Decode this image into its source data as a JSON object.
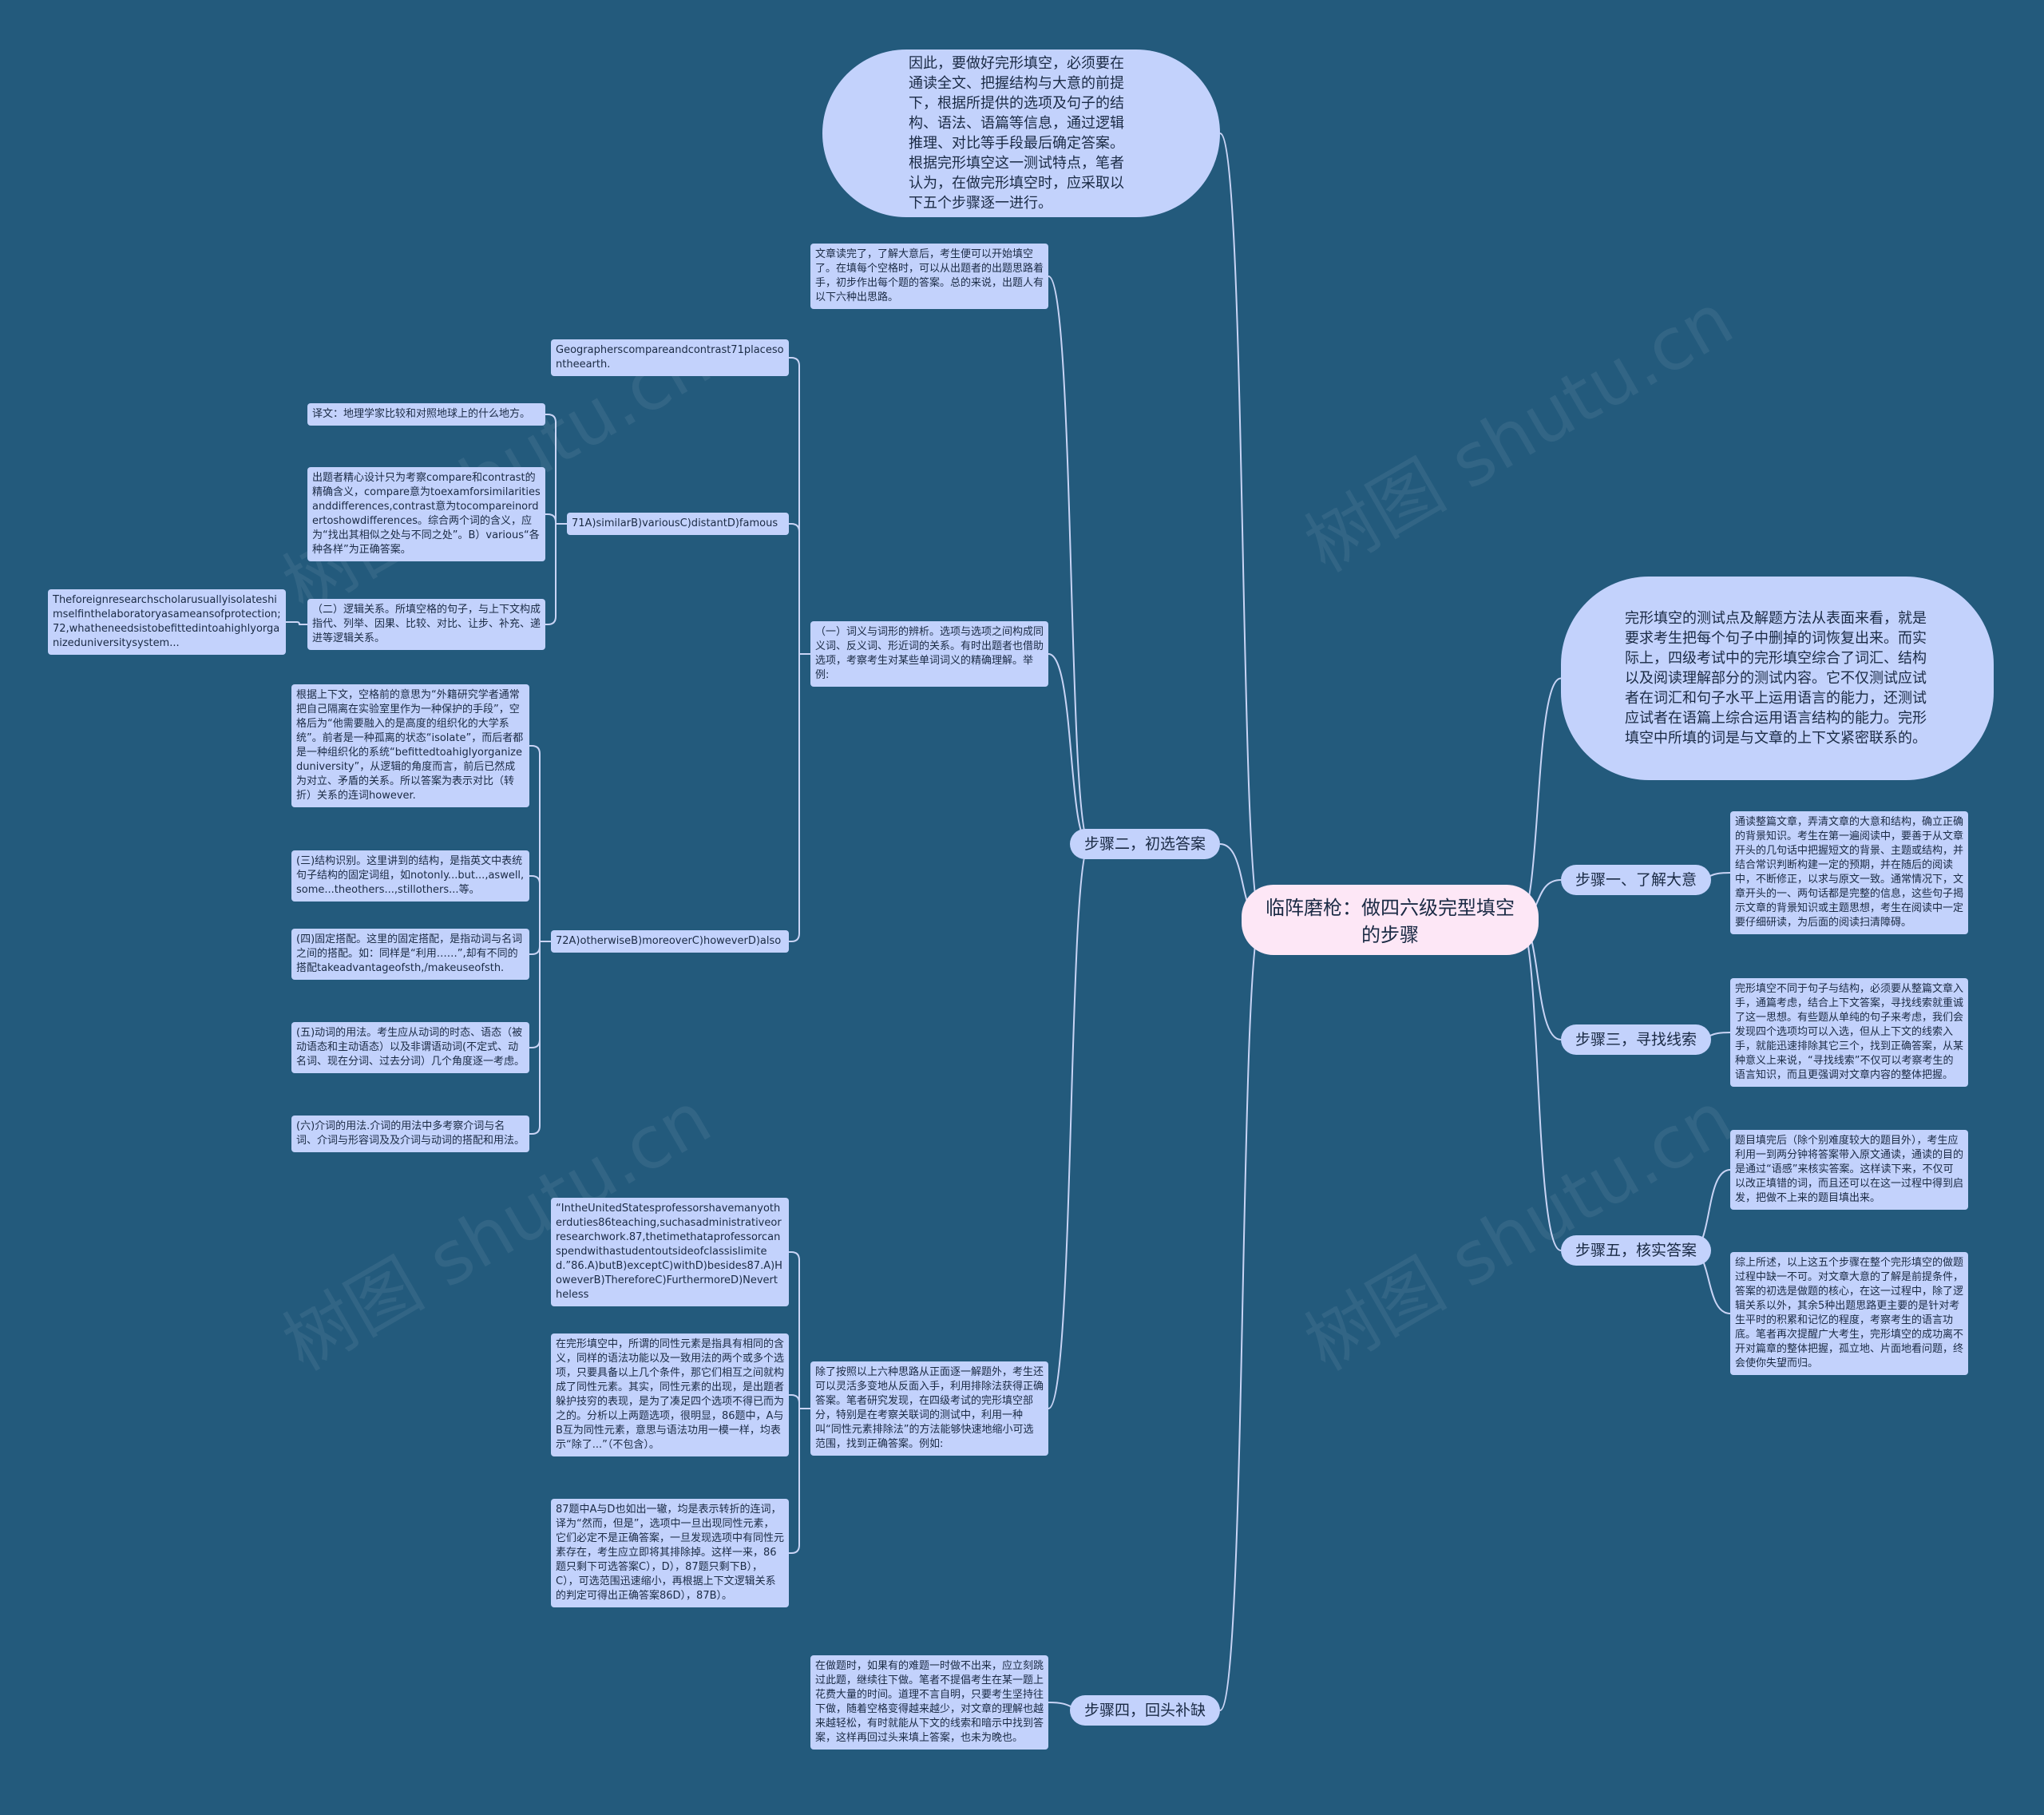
{
  "root": {
    "title": "临阵磨枪：做四六级完型填空的步骤"
  },
  "intro": {
    "text": "因此，要做好完形填空，必须要在通读全文、把握结构与大意的前提下，根据所提供的选项及句子的结构、语法、语篇等信息，通过逻辑推理、对比等手段最后确定答案。根据完形填空这一测试特点，笔者认为，在做完形填空时，应采取以下五个步骤逐一进行。"
  },
  "overview": {
    "text": "完形填空的测试点及解题方法从表面来看，就是要求考生把每个句子中删掉的词恢复出来。而实际上，四级考试中的完形填空综合了词汇、结构以及阅读理解部分的测试内容。它不仅测试应试者在词汇和句子水平上运用语言的能力，还测试应试者在语篇上综合运用语言结构的能力。完形填空中所填的词是与文章的上下文紧密联系的。"
  },
  "step1": {
    "label": "步骤一、了解大意",
    "detail": "通读整篇文章，弄清文章的大意和结构，确立正确的背景知识。考生在第一遍阅读中，要善于从文章开头的几句话中把握短文的背景、主题或结构，并结合常识判断构建一定的预期，并在随后的阅读中，不断修正，以求与原文一致。通常情况下，文章开头的一、两句话都是完整的信息，这些句子揭示文章的背景知识或主题思想，考生在阅读中一定要仔细研读，为后面的阅读扫清障碍。"
  },
  "step3": {
    "label": "步骤三，寻找线索",
    "detail": "完形填空不同于句子与结构，必须要从整篇文章入手，通篇考虑，结合上下文答案，寻找线索就重诚了这一思想。有些题从单纯的句子来考虑，我们会发现四个选项均可以入选，但从上下文的线索入手，就能迅速排除其它三个，找到正确答案，从某种意义上来说，“寻找线索”不仅可以考察考生的语言知识，而且更强调对文章内容的整体把握。"
  },
  "step5": {
    "label": "步骤五，核实答案",
    "detail1": "题目填完后（除个别难度较大的题目外），考生应利用一到两分钟将答案带入原文通读，通读的目的是通过“语感”来核实答案。这样读下来，不仅可以改正填错的词，而且还可以在这一过程中得到启发，把做不上来的题目填出来。",
    "detail2": "综上所述，以上这五个步骤在整个完形填空的做题过程中缺一不可。对文章大意的了解是前提条件，答案的初选是做题的核心，在这一过程中，除了逻辑关系以外，其余5种出题思路更主要的是针对考生平时的积累和记忆的程度，考察考生的语言功底。笔者再次提醒广大考生，完形填空的成功离不开对篇章的整体把握，孤立地、片面地看问题，终会使你失望而归。"
  },
  "step4": {
    "label": "步骤四，回头补缺",
    "detail": "在做题时，如果有的难题一时做不出来，应立刻跳过此题，继续往下做。笔者不提倡考生在某一题上花费大量的时间。道理不言自明，只要考生坚持往下做，随着空格变得越来越少，对文章的理解也越来越轻松，有时就能从下文的线索和暗示中找到答案，这样再回过头来填上答案，也未为晚也。"
  },
  "step2": {
    "label": "步骤二，初选答案",
    "intro": "文章读完了，了解大意后，考生便可以开始填空了。在填每个空格时，可以从出题者的出题思路着手，初步作出每个题的答案。总的来说，出题人有以下六种出思路。",
    "cat1": "（一）词义与词形的辨析。选项与选项之间构成同义词、反义词、形近词的关系。有时出题者也借助选项，考察考生对某些单词词义的精确理解。举例:",
    "geo": "Geographerscompareandcontrast71placesontheearth.",
    "q71": "71A)similarB)variousC)distantD)famous",
    "trans": "译文：地理学家比较和对照地球上的什么地方。",
    "q71exp": "出题者精心设计只为考察compare和contrast的精确含义，compare意为toexamforsimilaritiesanddifferences,contrast意为tocompareinordertoshowdifferences。综合两个词的含义，应为“找出其相似之处与不同之处”。B）various“各种各样”为正确答案。",
    "logic": "（二）逻辑关系。所填空格的句子，与上下文构成指代、列举、因果、比较、对比、让步、补充、递进等逻辑关系。",
    "foreign": "Theforeignresearchscholarusuallyisolateshimselfinthelaboratoryasameansofprotection;72,whatheneedsistobefittedintoahighlyorganizeduniversitysystem...",
    "q72": "72A)otherwiseB)moreoverC)howeverD)also",
    "q72exp": "根据上下文，空格前的意思为“外籍研究学者通常把自己隔离在实验室里作为一种保护的手段”，空格后为“他需要融入的是高度的组织化的大学系统”。前者是一种孤离的状态“isolate”，而后者都是一种组织化的系统“befittedtoahiglyorganizeduniversity”，从逻辑的角度而言，前后已然成为对立、矛盾的关系。所以答案为表示对比（转折）关系的连词however.",
    "structure": "(三)结构识别。这里讲到的结构，是指英文中表统句子结构的固定词组，如notonly...but...,aswell,some...theothers...,stillothers...等。",
    "fixed": "(四)固定搭配。这里的固定搭配，是指动词与名词之间的搭配。如：同样是“利用……”,却有不同的搭配takeadvantageofsth,/makeuseofsth.",
    "verb": "(五)动词的用法。考生应从动词的时态、语态（被动语态和主动语态）以及非谓语动词(不定式、动名词、现在分词、过去分词）几个角度逐一考虑。",
    "prep": "(六)介词的用法.介词的用法中多考察介词与名词、介词与形容词及及介词与动词的搭配和用法。",
    "exclude": "除了按照以上六种思路从正面逐一解题外，考生还可以灵活多变地从反面入手，利用排除法获得正确答案。笔者研究发现，在四级考试的完形填空部分，特别是在考察关联词的测试中，利用一种叫“同性元素排除法”的方法能够快速地缩小可选范围，找到正确答案。例如:",
    "example": "“IntheUnitedStatesprofessorshavemanyotherduties86teaching,suchasadministrativeorresearchwork.87,thetimethataprofessorcanspendwithastudentoutsideofclassislimited.”86.A)butB)exceptC)withD)besides87.A)HoweverB)ThereforeC)FurthermoreD)Nevertheless",
    "same": "在完形填空中，所谓的同性元素是指具有相同的含义，同样的语法功能以及一致用法的两个或多个选项，只要具备以上几个条件，那它们相互之间就构成了同性元素。其实，同性元素的出现，是出题者躲护技穷的表现，是为了凑足四个选项不得已而为之的。分析以上两题选项，很明显，86题中，A与B互为同性元素，意思与语法功用一模一样，均表示“除了...”（不包含）。",
    "ans87": "87题中A与D也如出一辙，均是表示转折的连词，译为“然而，但是”，选项中一旦出现同性元素，它们必定不是正确答案，一旦发现选项中有同性元素存在，考生应立即将其排除掉。这样一来，86题只剩下可选答案C），D），87题只剩下B），C），可选范围迅速缩小，再根据上下文逻辑关系的判定可得出正确答案86D），87B）。"
  },
  "watermark": {
    "text": "树图 shutu.cn"
  },
  "colors": {
    "background": "#235a7c",
    "node": "#c3d2fc",
    "root": "#fde7f6",
    "line": "#c9d4f5"
  }
}
